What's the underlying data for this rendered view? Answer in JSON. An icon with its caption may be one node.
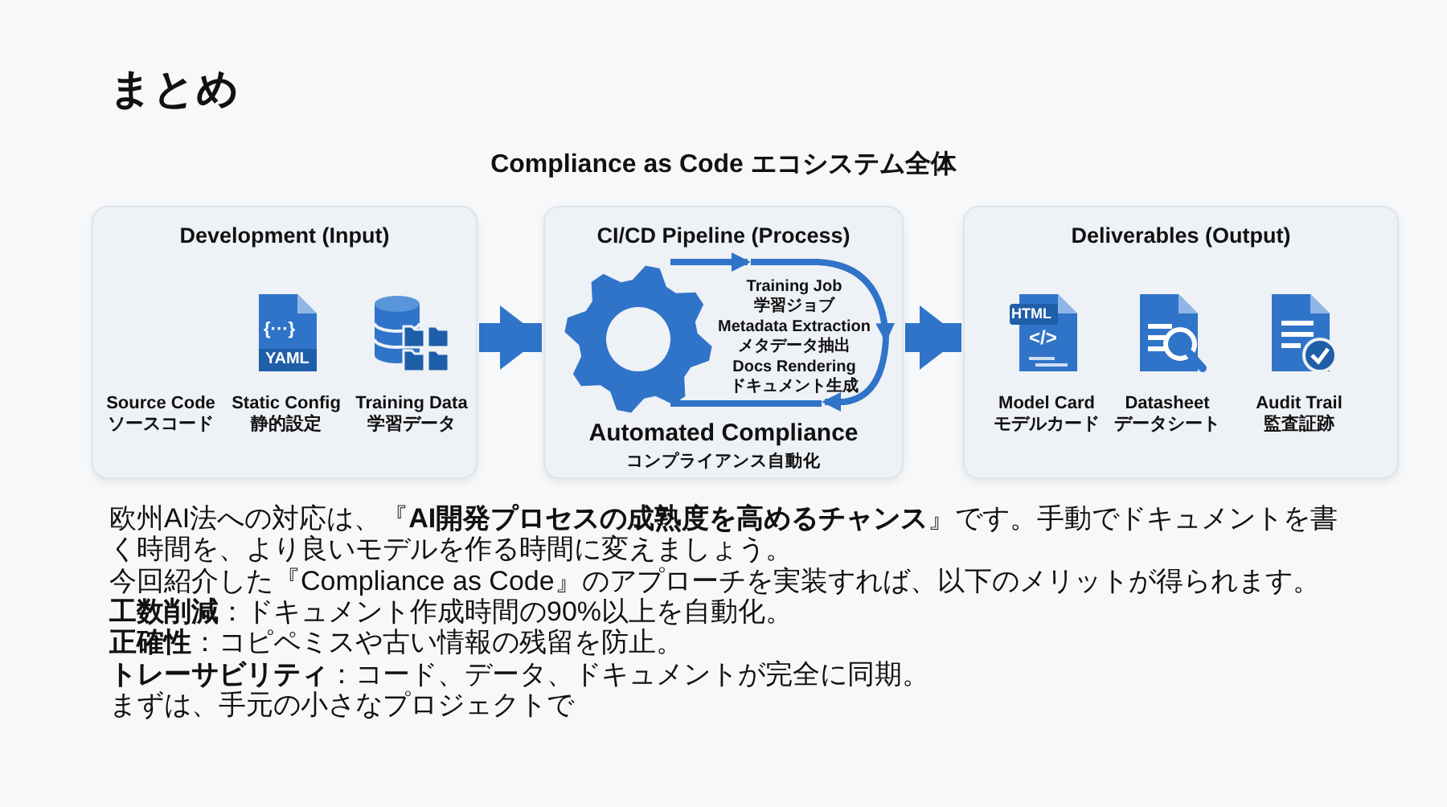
{
  "diagram": {
    "title": "まとめ",
    "nodes": [
      {
        "text": [
          "Development (Input)"
        ]
      },
      {
        "text": [
          "Source Code",
          "ソースコード"
        ],
        "in": 0
      },
      {
        "text": [
          "Static Config",
          "静的設定"
        ],
        "in": 0
      },
      {
        "text": [
          "Training Data",
          "学習データ"
        ],
        "in": 0
      },
      {
        "text": [
          "CI/CD Pipeline (Process)",
          "Automated Compliance",
          "コンプライアンス自動化"
        ]
      },
      {
        "text": [
          "Deliverables (Output)"
        ]
      },
      {
        "text": [
          "Model Card",
          "モデルカード"
        ],
        "in": 5
      },
      {
        "text": [
          "Datasheet",
          "データシート"
        ],
        "in": 5
      },
      {
        "text": [
          "Audit Trail",
          "監査証跡"
        ],
        "in": 5
      }
    ],
    "edges": [
      {
        "from": 0,
        "to": 4,
        "arrow": "to"
      },
      {
        "from": 4,
        "to": 5,
        "arrow": "to"
      }
    ],
    "labels": [
      "Compliance as Code エコシステム全体",
      "{···}",
      "YAML",
      "Training Job",
      "学習ジョブ",
      "Metadata Extraction",
      "メタデータ抽出",
      "Docs Rendering",
      "ドキュメント生成",
      "HTML",
      "</>",
      "欧州AI法への対応は、『**AI開発プロセスの成熟度を高めるチャンス**』です。手動でドキュメントを書く時間を、より良いモデルを作る時間に変えましょう。",
      "今回紹介した『Compliance as Code』のアプローチを実装すれば、以下のメリットが得られます。",
      "**工数削減**：ドキュメント作成時間の90%以上を自動化。",
      "**正確性**：コピペミスや古い情報の残留を防止。",
      "**トレーサビリティ**：コード、データ、ドキュメントが完全に同期。",
      "まずは、手元の小さなプロジェクトで"
    ]
  }
}
